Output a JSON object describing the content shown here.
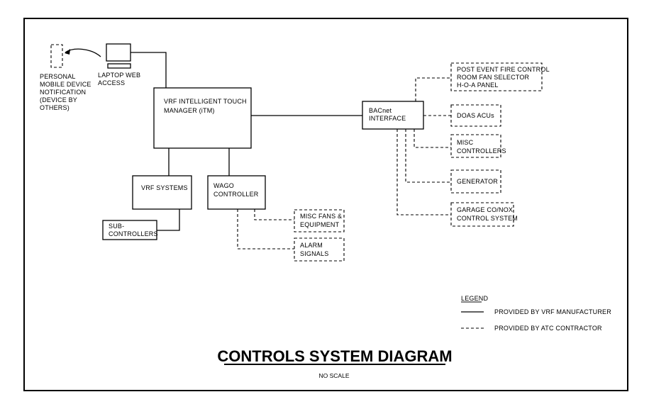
{
  "devices": {
    "mobile": [
      "PERSONAL",
      "MOBILE DEVICE",
      "NOTIFICATION",
      "(DEVICE BY",
      "OTHERS)"
    ],
    "laptop": [
      "LAPTOP WEB",
      "ACCESS"
    ]
  },
  "boxes": {
    "itm": [
      "VRF INTELLIGENT TOUCH",
      "MANAGER (iTM)"
    ],
    "bacnet": [
      "BACnet",
      "INTERFACE"
    ],
    "vrf_systems": [
      "VRF SYSTEMS"
    ],
    "wago": [
      "WAGO",
      "CONTROLLER"
    ],
    "sub_controllers": [
      "SUB-",
      "CONTROLLERS"
    ],
    "misc_fans": [
      "MISC FANS &",
      "EQUIPMENT"
    ],
    "alarm": [
      "ALARM",
      "SIGNALS"
    ],
    "post_event": [
      "POST EVENT FIRE CONTROL",
      "ROOM FAN SELECTOR",
      "H-O-A PANEL"
    ],
    "doas": [
      "DOAS ACUs"
    ],
    "misc_controllers": [
      "MISC",
      "CONTROLLERS"
    ],
    "generator": [
      "GENERATOR"
    ],
    "garage": [
      "GARAGE CO/NOX",
      "CONTROL SYSTEM"
    ]
  },
  "legend": {
    "heading": "LEGEND",
    "solid_label": "PROVIDED BY VRF MANUFACTURER",
    "dashed_label": "PROVIDED BY ATC CONTRACTOR"
  },
  "footer": {
    "title": "CONTROLS SYSTEM DIAGRAM",
    "subtitle": "NO SCALE"
  }
}
